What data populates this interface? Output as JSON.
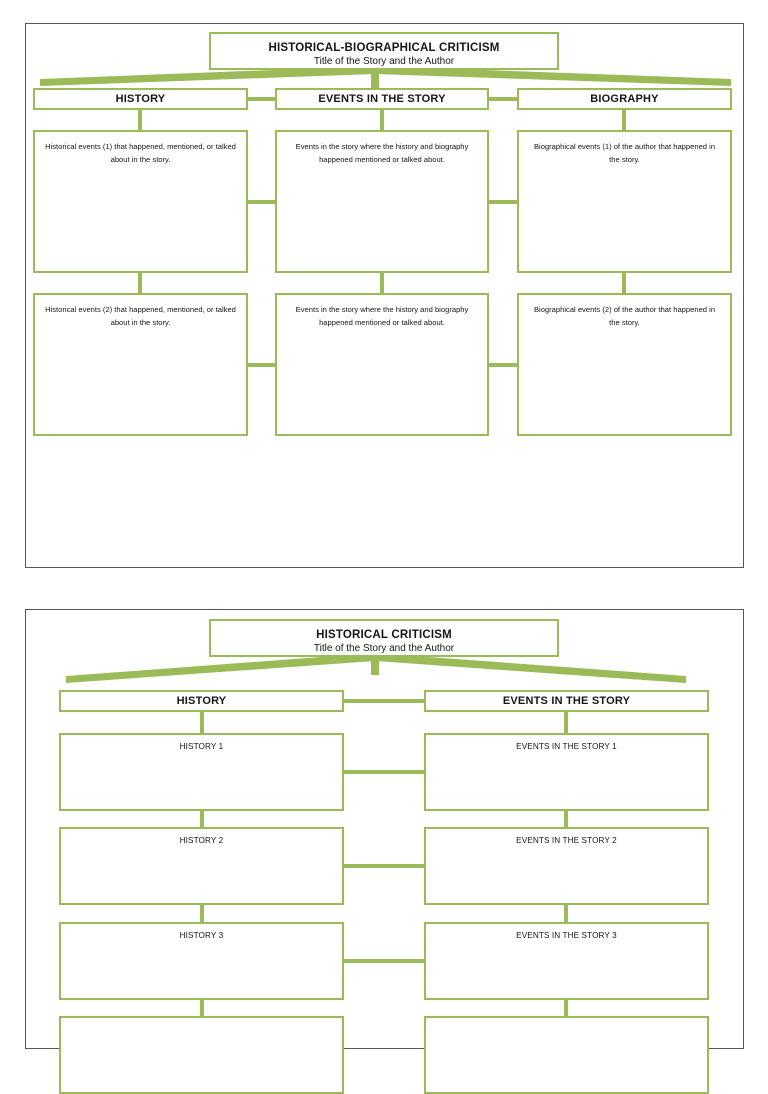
{
  "document": {
    "background_color": "#ffffff",
    "accent_color": "#9BBB59",
    "page_border_color": "#585858",
    "text_color": "#161616"
  },
  "page_one": {
    "title": {
      "heading": "HISTORICAL-BIOGRAPHICAL CRITICISM",
      "subheading": "Title of the Story and the Author"
    },
    "columns": [
      {
        "header": "HISTORY",
        "cells": [
          "Historical events (1) that happened, mentioned, or talked about in the story.",
          "Historical events (2) that happened, mentioned, or talked about in the story."
        ]
      },
      {
        "header": "EVENTS IN THE STORY",
        "cells": [
          "Events in the story where the history and biography happened mentioned or talked about.",
          "Events in the story where the history and biography happened mentioned or talked about."
        ]
      },
      {
        "header": "BIOGRAPHY",
        "cells": [
          "Biographical events (1) of the author that happened in the story.",
          "Biographical events (2) of the author that happened in the story."
        ]
      }
    ]
  },
  "page_two": {
    "title": {
      "heading": "HISTORICAL CRITICISM",
      "subheading": "Title of the Story and the Author"
    },
    "columns": [
      {
        "header": "HISTORY",
        "cells": [
          "HISTORY 1",
          "HISTORY 2",
          "HISTORY 3",
          ""
        ]
      },
      {
        "header": "EVENTS IN THE STORY",
        "cells": [
          "EVENTS IN THE STORY 1",
          "EVENTS IN THE STORY 2",
          "EVENTS IN THE STORY 3",
          ""
        ]
      }
    ]
  }
}
